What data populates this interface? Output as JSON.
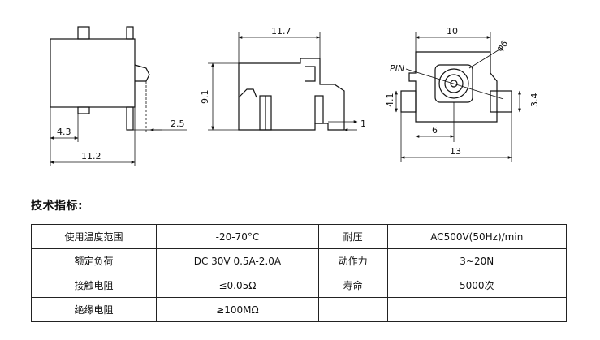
{
  "dimensions": {
    "front_width": "11.2",
    "front_offset": "4.3",
    "side_pin_offset": "2.5",
    "side_length": "11.7",
    "side_height": "9.1",
    "side_pin": "1",
    "top_width": "10",
    "top_hole": "φ6",
    "top_pin_label": "PIN",
    "top_left_height": "4.1",
    "top_right_height": "3.4",
    "top_pin_spacing": "6",
    "top_overall": "13"
  },
  "section_title": "技术指标:",
  "specs": [
    [
      "使用温度范围",
      "-20-70°C",
      "耐压",
      "AC500V(50Hz)/min"
    ],
    [
      "额定负荷",
      "DC 30V 0.5A-2.0A",
      "动作力",
      "3~20N"
    ],
    [
      "接触电阻",
      "≤0.05Ω",
      "寿命",
      "5000次"
    ],
    [
      "绝缘电阻",
      "≥100MΩ",
      "",
      ""
    ]
  ]
}
